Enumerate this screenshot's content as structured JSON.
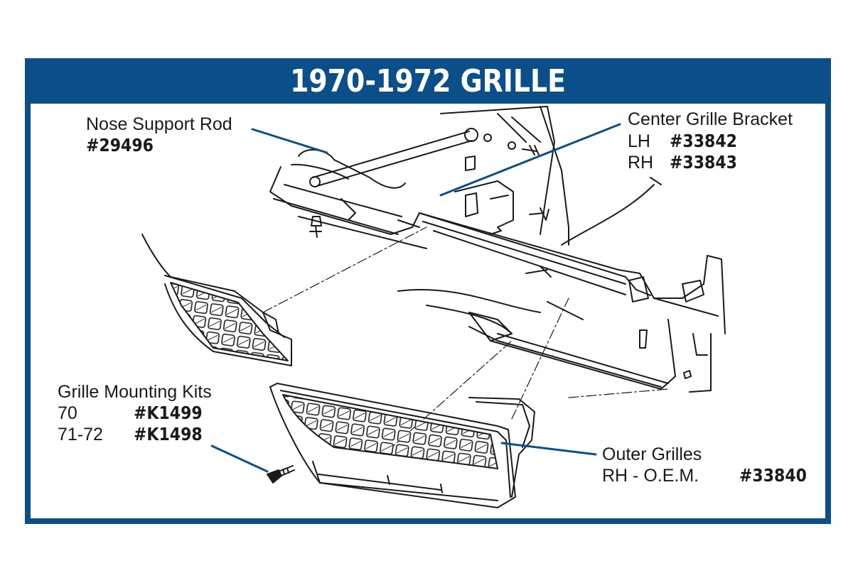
{
  "title": "1970-1972 GRILLE",
  "colors": {
    "frame": "#0b4f8a",
    "leader": "#0b4f8a",
    "line_art": "#1a1a1a"
  },
  "callouts": {
    "nose_support_rod": {
      "name": "Nose Support Rod",
      "part": "#29496"
    },
    "center_grille_bracket": {
      "name": "Center Grille Bracket",
      "lh_label": "LH",
      "lh_part": "#33842",
      "rh_label": "RH",
      "rh_part": "#33843"
    },
    "grille_mounting_kits": {
      "name": "Grille Mounting Kits",
      "row1_label": "70",
      "row1_part": "#K1499",
      "row2_label": "71-72",
      "row2_part": "#K1498"
    },
    "outer_grilles": {
      "name": "Outer Grilles",
      "rh_label": "RH - O.E.M.",
      "rh_part": "#33840"
    }
  }
}
